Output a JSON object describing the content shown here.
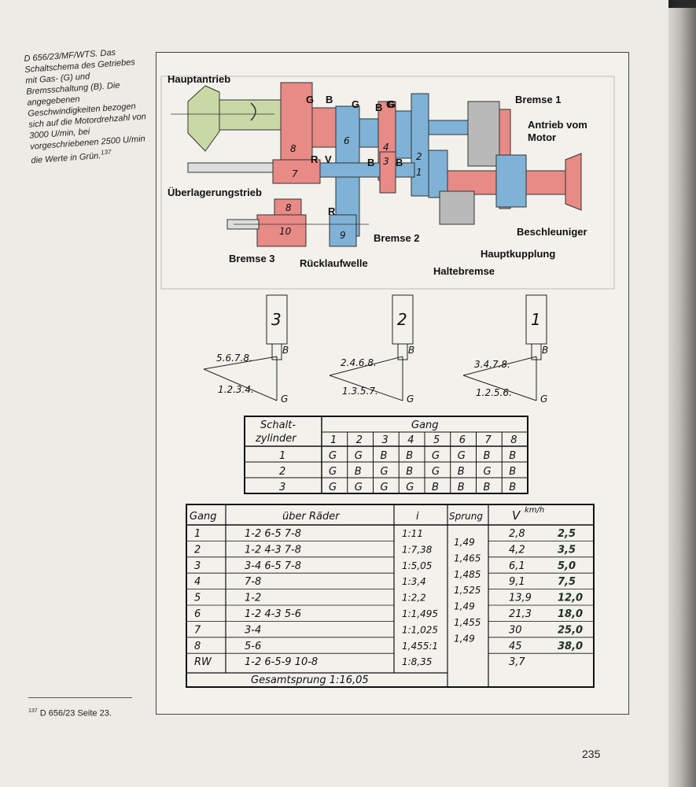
{
  "caption": "D 656/23/MF/WTS. Das Schaltschema des Getriebes mit Gas- (G) und Bremsschaltung (B). Die angegebenen Geschwindigkeiten bezogen sich auf die Motordrehzahl von 3000 U/min, bei vorgeschriebenen 2500 U/min die Werte in Grün.",
  "caption_ref": "137",
  "footnote": "D 656/23 Seite 23.",
  "footnote_ref": "137",
  "page_number": "235",
  "diagram": {
    "labels": {
      "hauptantrieb": "Hauptantrieb",
      "bremse1": "Bremse 1",
      "antrieb_motor_1": "Antrieb vom",
      "antrieb_motor_2": "Motor",
      "ueberlagerungstrieb": "Überlagerungstrieb",
      "beschleuniger": "Beschleuniger",
      "bremse2": "Bremse 2",
      "hauptkupplung": "Hauptkupplung",
      "bremse3": "Bremse 3",
      "ruecklaufwelle": "Rücklaufwelle",
      "haltebremse": "Haltebremse"
    },
    "marks": [
      "G",
      "B",
      "G",
      "G",
      "B",
      "G",
      "R",
      "V",
      "B",
      "B",
      "R"
    ],
    "gear_numbers": [
      "8",
      "7",
      "8",
      "10",
      "6",
      "9",
      "4",
      "3",
      "2",
      "1"
    ],
    "colors": {
      "red": "#e88a86",
      "blue": "#7fb2d6",
      "green": "#c9d9a5",
      "gray": "#b9b9b9"
    }
  },
  "cylinders": [
    {
      "number": "3",
      "b_label": "B",
      "g_label": "G",
      "top": "5.6.7.8.",
      "bottom": "1.2.3.4."
    },
    {
      "number": "2",
      "b_label": "B",
      "g_label": "G",
      "top": "2.4.6.8.",
      "bottom": "1.3.5.7."
    },
    {
      "number": "1",
      "b_label": "B",
      "g_label": "G",
      "top": "3.4.7.8.",
      "bottom": "1.2.5.6."
    }
  ],
  "shift_table": {
    "header_left_1": "Schalt-",
    "header_left_2": "zylinder",
    "header_gang": "Gang",
    "gears": [
      "1",
      "2",
      "3",
      "4",
      "5",
      "6",
      "7",
      "8"
    ],
    "rows": [
      {
        "cyl": "1",
        "cells": [
          "G",
          "G",
          "B",
          "B",
          "G",
          "G",
          "B",
          "B"
        ]
      },
      {
        "cyl": "2",
        "cells": [
          "G",
          "B",
          "G",
          "B",
          "G",
          "B",
          "G",
          "B"
        ]
      },
      {
        "cyl": "3",
        "cells": [
          "G",
          "G",
          "G",
          "G",
          "B",
          "B",
          "B",
          "B"
        ]
      }
    ]
  },
  "gear_table": {
    "headers": {
      "gang": "Gang",
      "raeder": "über Räder",
      "i": "i",
      "sprung": "Sprung",
      "v": "V",
      "v_unit": "km/h"
    },
    "rows": [
      {
        "gang": "1",
        "raeder": "1-2   6-5   7-8",
        "i": "1:11",
        "v": "2,8",
        "v_green": "2,5"
      },
      {
        "gang": "2",
        "raeder": "1-2   4-3   7-8",
        "i": "1:7,38",
        "v": "4,2",
        "v_green": "3,5"
      },
      {
        "gang": "3",
        "raeder": "3-4   6-5   7-8",
        "i": "1:5,05",
        "v": "6,1",
        "v_green": "5,0"
      },
      {
        "gang": "4",
        "raeder": "7-8",
        "i": "1:3,4",
        "v": "9,1",
        "v_green": "7,5"
      },
      {
        "gang": "5",
        "raeder": "1-2",
        "i": "1:2,2",
        "v": "13,9",
        "v_green": "12,0"
      },
      {
        "gang": "6",
        "raeder": "1-2   4-3   5-6",
        "i": "1:1,495",
        "v": "21,3",
        "v_green": "18,0"
      },
      {
        "gang": "7",
        "raeder": "3-4",
        "i": "1:1,025",
        "v": "30",
        "v_green": "25,0"
      },
      {
        "gang": "8",
        "raeder": "5-6",
        "i": "1,455:1",
        "v": "45",
        "v_green": "38,0"
      },
      {
        "gang": "RW",
        "raeder": "1-2  6-5-9  10-8",
        "i": "1:8,35",
        "v": "3,7",
        "v_green": ""
      }
    ],
    "sprung": [
      "1,49",
      "1,465",
      "1,485",
      "1,525",
      "1,49",
      "1,455",
      "1,49"
    ],
    "gesamtsprung": "Gesamtsprung  1:16,05"
  }
}
